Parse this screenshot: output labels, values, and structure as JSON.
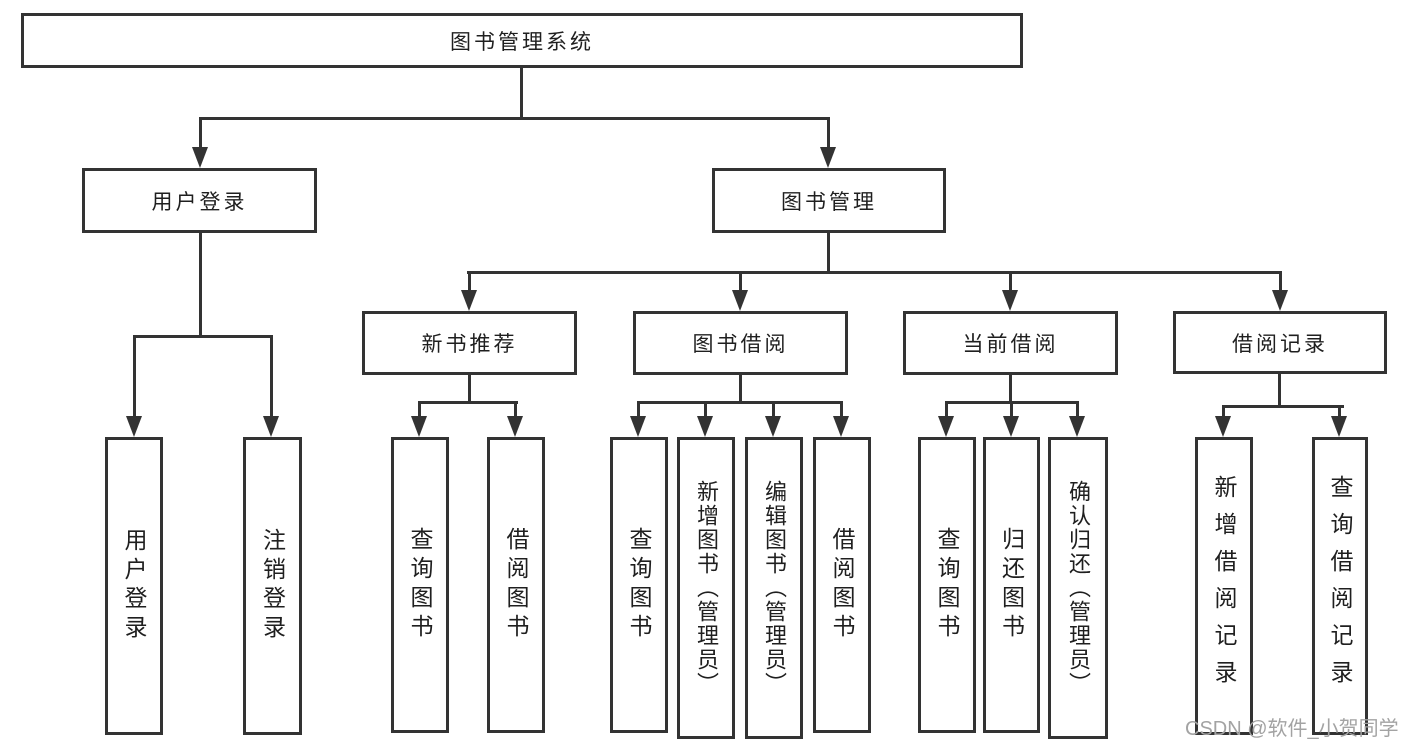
{
  "diagram": {
    "title": "图书管理系统",
    "tree": {
      "root": {
        "label": "图书管理系统"
      },
      "branches": [
        {
          "label": "用户登录",
          "children": [
            {
              "label": "用户登录"
            },
            {
              "label": "注销登录"
            }
          ]
        },
        {
          "label": "图书管理",
          "children": [
            {
              "label": "新书推荐",
              "children": [
                {
                  "label": "查询图书"
                },
                {
                  "label": "借阅图书"
                }
              ]
            },
            {
              "label": "图书借阅",
              "children": [
                {
                  "label": "查询图书"
                },
                {
                  "label": "新增图书（管理员）"
                },
                {
                  "label": "编辑图书（管理员）"
                },
                {
                  "label": "借阅图书"
                }
              ]
            },
            {
              "label": "当前借阅",
              "children": [
                {
                  "label": "查询图书"
                },
                {
                  "label": "归还图书"
                },
                {
                  "label": "确认归还（管理员）"
                }
              ]
            },
            {
              "label": "借阅记录",
              "children": [
                {
                  "label": "新增借阅记录"
                },
                {
                  "label": "查询借阅记录"
                }
              ]
            }
          ]
        }
      ]
    },
    "colors": {
      "line": "#333333",
      "text": "#1f1f1f",
      "background": "#ffffff",
      "watermark_gray": "#a3a3a3"
    }
  },
  "watermark": {
    "text": "CSDN @软件_小贺同学"
  }
}
